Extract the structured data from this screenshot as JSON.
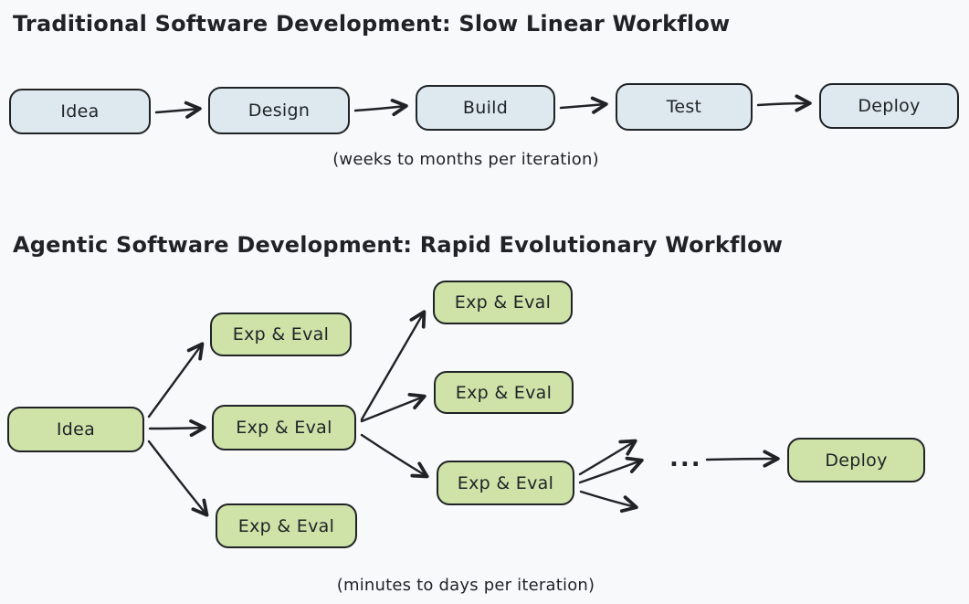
{
  "colors": {
    "background": "#f8f9fa",
    "stroke": "#1f2326",
    "traditional_fill": "#dde9ee",
    "agentic_fill": "#cfe2a8"
  },
  "traditional": {
    "title": "Traditional Software Development: Slow Linear Workflow",
    "steps": [
      "Idea",
      "Design",
      "Build",
      "Test",
      "Deploy"
    ],
    "caption": "(weeks to months per iteration)"
  },
  "agentic": {
    "title": "Agentic Software Development: Rapid Evolutionary Workflow",
    "start_label": "Idea",
    "exp_eval_label": "Exp & Eval",
    "ellipsis": "...",
    "deploy_label": "Deploy",
    "caption": "(minutes to days per iteration)"
  }
}
